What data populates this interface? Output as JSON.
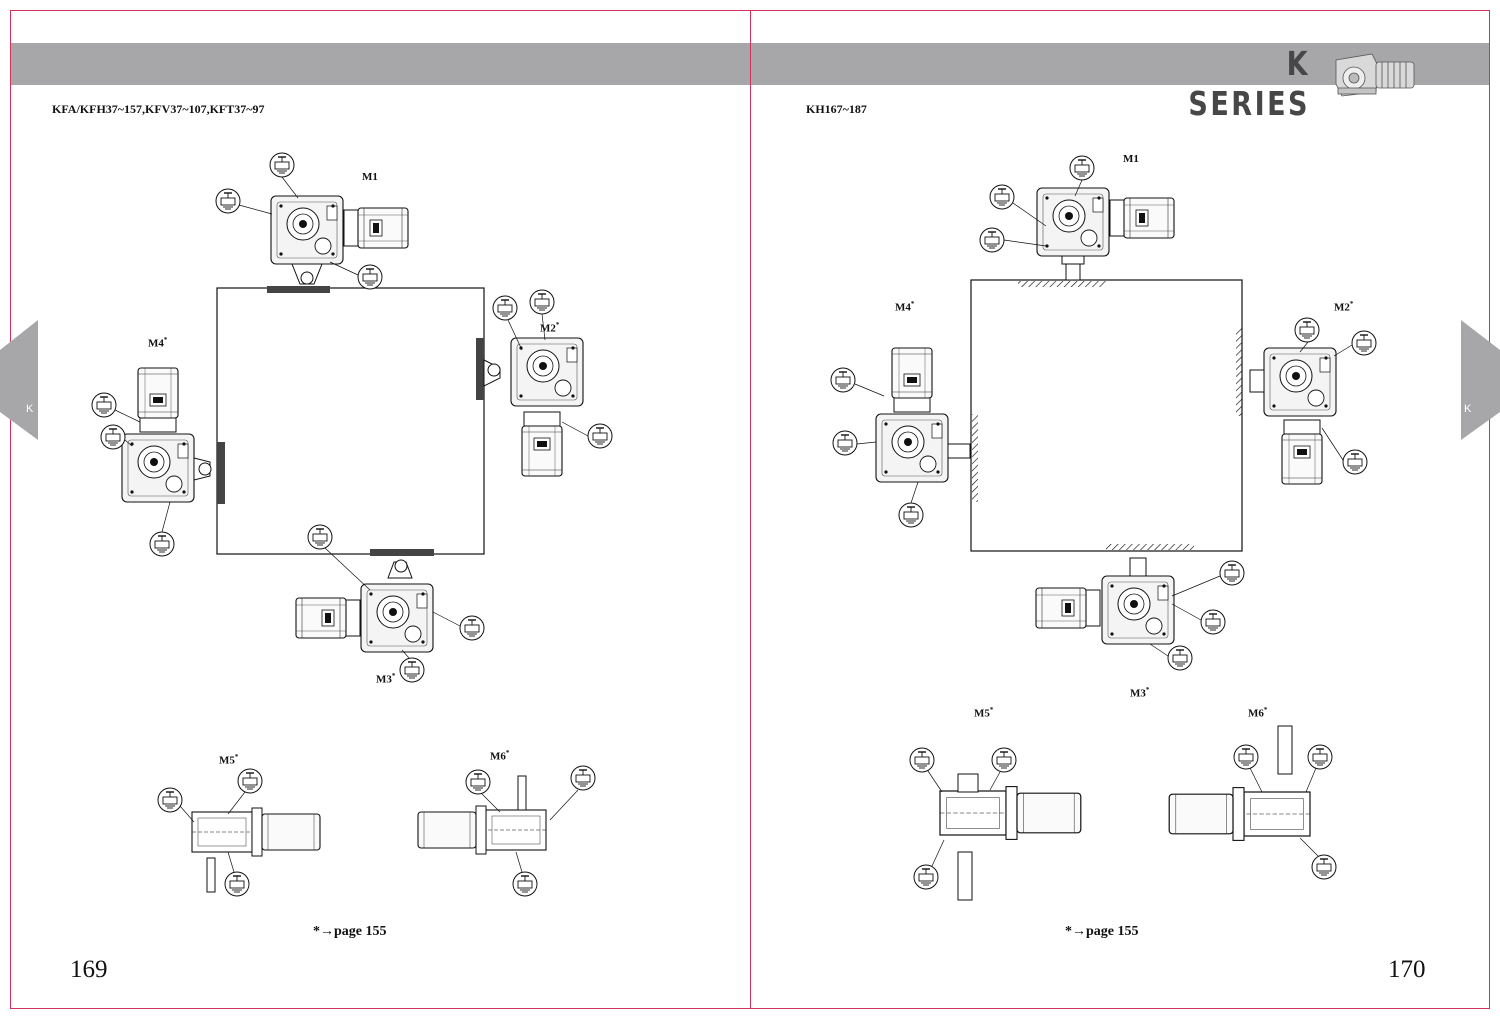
{
  "header": {
    "series_title": "K SERIES"
  },
  "left_page": {
    "model_title": "KFA/KFH37~157,KFV37~107,KFT37~97",
    "page_number": "169",
    "side_tab": "K",
    "page_ref": {
      "prefix": "*",
      "arrow": "→",
      "text": "page",
      "number": "155"
    },
    "positions": {
      "m1": "M1",
      "m2": "M2",
      "m3": "M3",
      "m4": "M4",
      "m5": "M5",
      "m6": "M6",
      "star": "*"
    }
  },
  "right_page": {
    "model_title": "KH167~187",
    "page_number": "170",
    "side_tab": "K",
    "page_ref": {
      "prefix": "*",
      "arrow": "→",
      "text": "page",
      "number": "155"
    },
    "positions": {
      "m1": "M1",
      "m2": "M2",
      "m3": "M3",
      "m4": "M4",
      "m5": "M5",
      "m6": "M6",
      "star": "*"
    }
  },
  "colors": {
    "frame": "#d3335a",
    "band": "#a7a7a9",
    "tab": "#a7a7a9",
    "title": "#474747"
  }
}
